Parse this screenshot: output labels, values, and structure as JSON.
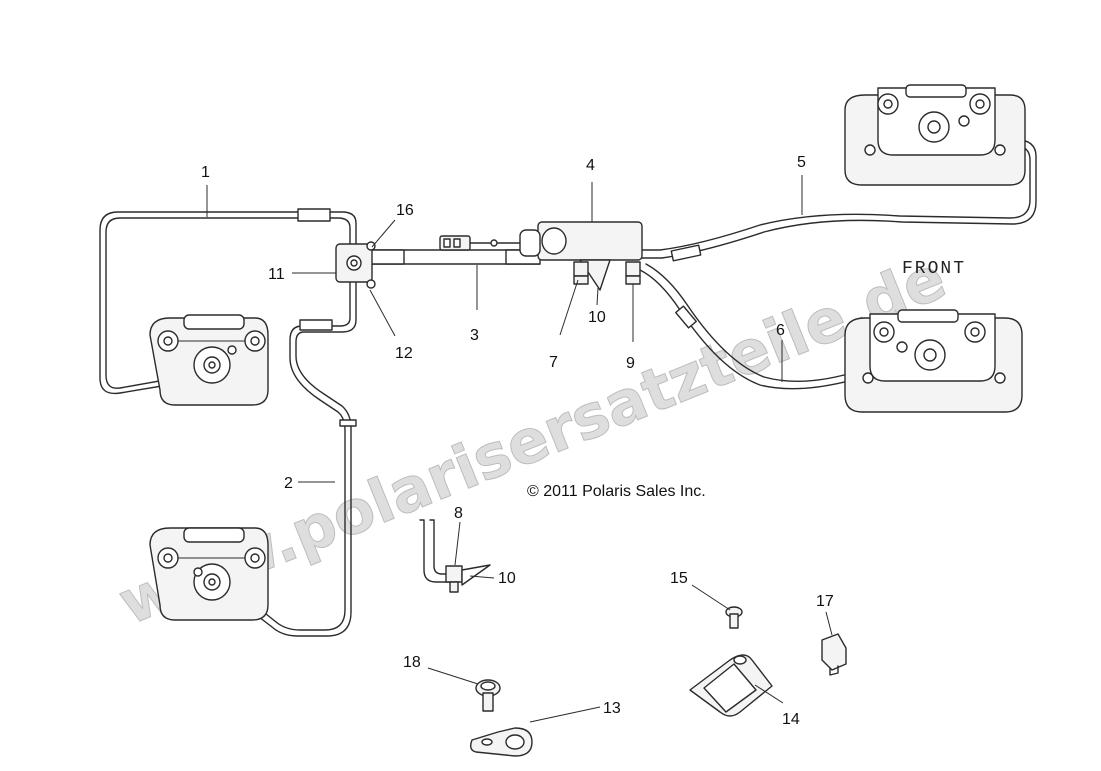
{
  "diagram": {
    "copyright": "© 2011 Polaris Sales Inc.",
    "orientation_label": "FRONT",
    "watermark": "www.polarisersatzteile.de",
    "callouts": [
      "1",
      "2",
      "3",
      "4",
      "5",
      "6",
      "7",
      "8",
      "9",
      "10",
      "10",
      "11",
      "12",
      "13",
      "14",
      "15",
      "16",
      "17",
      "18"
    ]
  }
}
